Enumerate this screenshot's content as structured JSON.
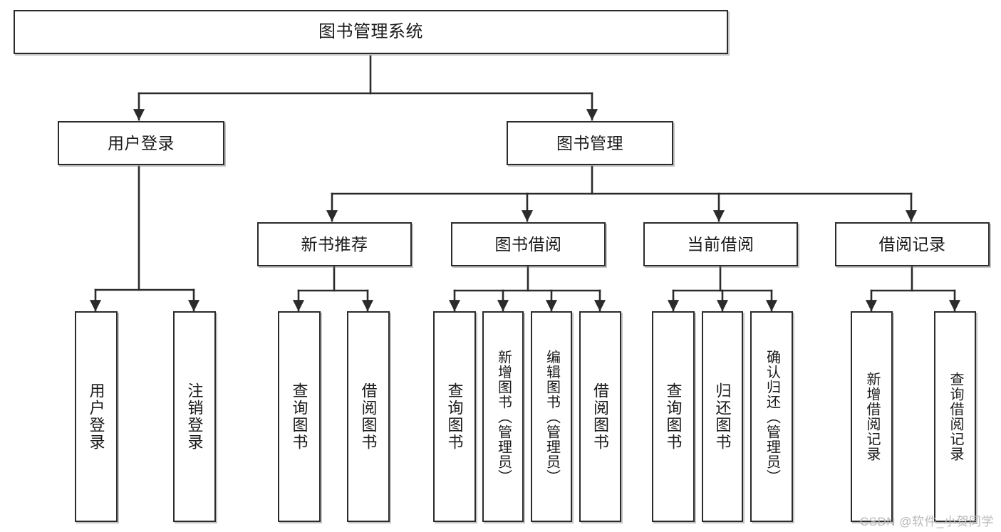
{
  "diagram": {
    "type": "tree",
    "title": "图书管理系统",
    "watermark": "CSDN @软件_小贺同学",
    "colors": {
      "box_border": "#2b2b2b",
      "box_fill": "#ffffff",
      "connector": "#2b2b2b",
      "watermark": "#b9b9b9",
      "page_background": "#ffffff"
    },
    "levels": {
      "level1": [
        "图书管理系统"
      ],
      "level2": [
        "用户登录",
        "图书管理"
      ],
      "level3": [
        "新书推荐",
        "图书借阅",
        "当前借阅",
        "借阅记录"
      ],
      "level4": [
        "用户登录",
        "注销登录",
        "查询图书",
        "借阅图书",
        "查询图书",
        "新增图书（管理员）",
        "编辑图书（管理员）",
        "借阅图书",
        "查询图书",
        "归还图书",
        "确认归还（管理员）",
        "新增借阅记录",
        "查询借阅记录"
      ]
    },
    "nodes": {
      "root": {
        "label": "图书管理系统"
      },
      "user_login": {
        "label": "用户登录"
      },
      "book_mgmt": {
        "label": "图书管理"
      },
      "new_book_rec": {
        "label": "新书推荐"
      },
      "book_borrow": {
        "label": "图书借阅"
      },
      "current_borrow": {
        "label": "当前借阅"
      },
      "borrow_record": {
        "label": "借阅记录"
      },
      "leaf_user_login": {
        "label": "用户登录"
      },
      "leaf_logout": {
        "label": "注销登录"
      },
      "leaf_query_book_1": {
        "label": "查询图书"
      },
      "leaf_borrow_book_1": {
        "label": "借阅图书"
      },
      "leaf_query_book_2": {
        "label": "查询图书"
      },
      "leaf_add_book_admin": {
        "label": "新增图书（管理员）"
      },
      "leaf_edit_book_admin": {
        "label": "编辑图书（管理员）"
      },
      "leaf_borrow_book_2": {
        "label": "借阅图书"
      },
      "leaf_query_book_3": {
        "label": "查询图书"
      },
      "leaf_return_book": {
        "label": "归还图书"
      },
      "leaf_confirm_return_admin": {
        "label": "确认归还（管理员）"
      },
      "leaf_add_borrow_record": {
        "label": "新增借阅记录"
      },
      "leaf_query_borrow_record": {
        "label": "查询借阅记录"
      }
    },
    "edges": [
      {
        "from": "root",
        "to": "user_login"
      },
      {
        "from": "root",
        "to": "book_mgmt"
      },
      {
        "from": "user_login",
        "to": "leaf_user_login"
      },
      {
        "from": "user_login",
        "to": "leaf_logout"
      },
      {
        "from": "book_mgmt",
        "to": "new_book_rec"
      },
      {
        "from": "book_mgmt",
        "to": "book_borrow"
      },
      {
        "from": "book_mgmt",
        "to": "current_borrow"
      },
      {
        "from": "book_mgmt",
        "to": "borrow_record"
      },
      {
        "from": "new_book_rec",
        "to": "leaf_query_book_1"
      },
      {
        "from": "new_book_rec",
        "to": "leaf_borrow_book_1"
      },
      {
        "from": "book_borrow",
        "to": "leaf_query_book_2"
      },
      {
        "from": "book_borrow",
        "to": "leaf_add_book_admin"
      },
      {
        "from": "book_borrow",
        "to": "leaf_edit_book_admin"
      },
      {
        "from": "book_borrow",
        "to": "leaf_borrow_book_2"
      },
      {
        "from": "current_borrow",
        "to": "leaf_query_book_3"
      },
      {
        "from": "current_borrow",
        "to": "leaf_return_book"
      },
      {
        "from": "current_borrow",
        "to": "leaf_confirm_return_admin"
      },
      {
        "from": "borrow_record",
        "to": "leaf_add_borrow_record"
      },
      {
        "from": "borrow_record",
        "to": "leaf_query_borrow_record"
      }
    ]
  }
}
